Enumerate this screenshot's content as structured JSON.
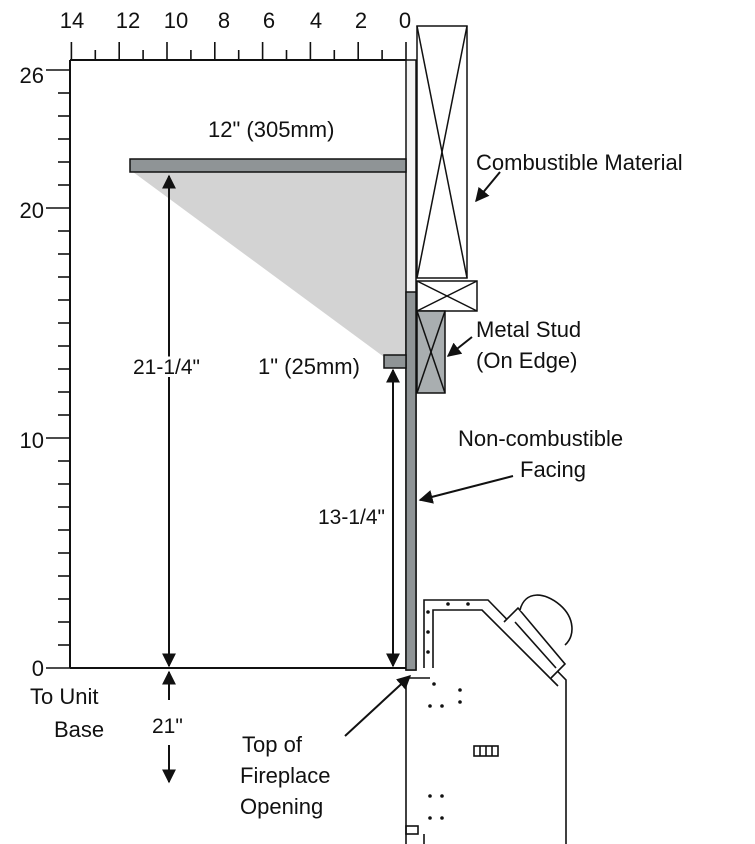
{
  "ruler": {
    "top_ticks": [
      "14",
      "12",
      "10",
      "8",
      "6",
      "4",
      "2",
      "0"
    ],
    "left_ticks": [
      "26",
      "20",
      "10",
      "0"
    ]
  },
  "labels": {
    "shelf_12": "12\" (305mm)",
    "shelf_1": "1\" (25mm)",
    "combustible": "Combustible Material",
    "metal_stud_1": "Metal Stud",
    "metal_stud_2": "(On Edge)",
    "noncomb_1": "Non-combustible",
    "noncomb_2": "Facing",
    "dim_2114": "21-1/4\"",
    "dim_1314": "13-1/4\"",
    "dim_21": "21\"",
    "to_unit_1": "To Unit",
    "to_unit_2": "Base",
    "top_fp_1": "Top of",
    "top_fp_2": "Fireplace",
    "top_fp_3": "Opening"
  },
  "colors": {
    "shelf_fill": "#8f9496",
    "shade_fill": "#d3d3d3",
    "line": "#111111",
    "facing_fill": "#8f9496"
  }
}
